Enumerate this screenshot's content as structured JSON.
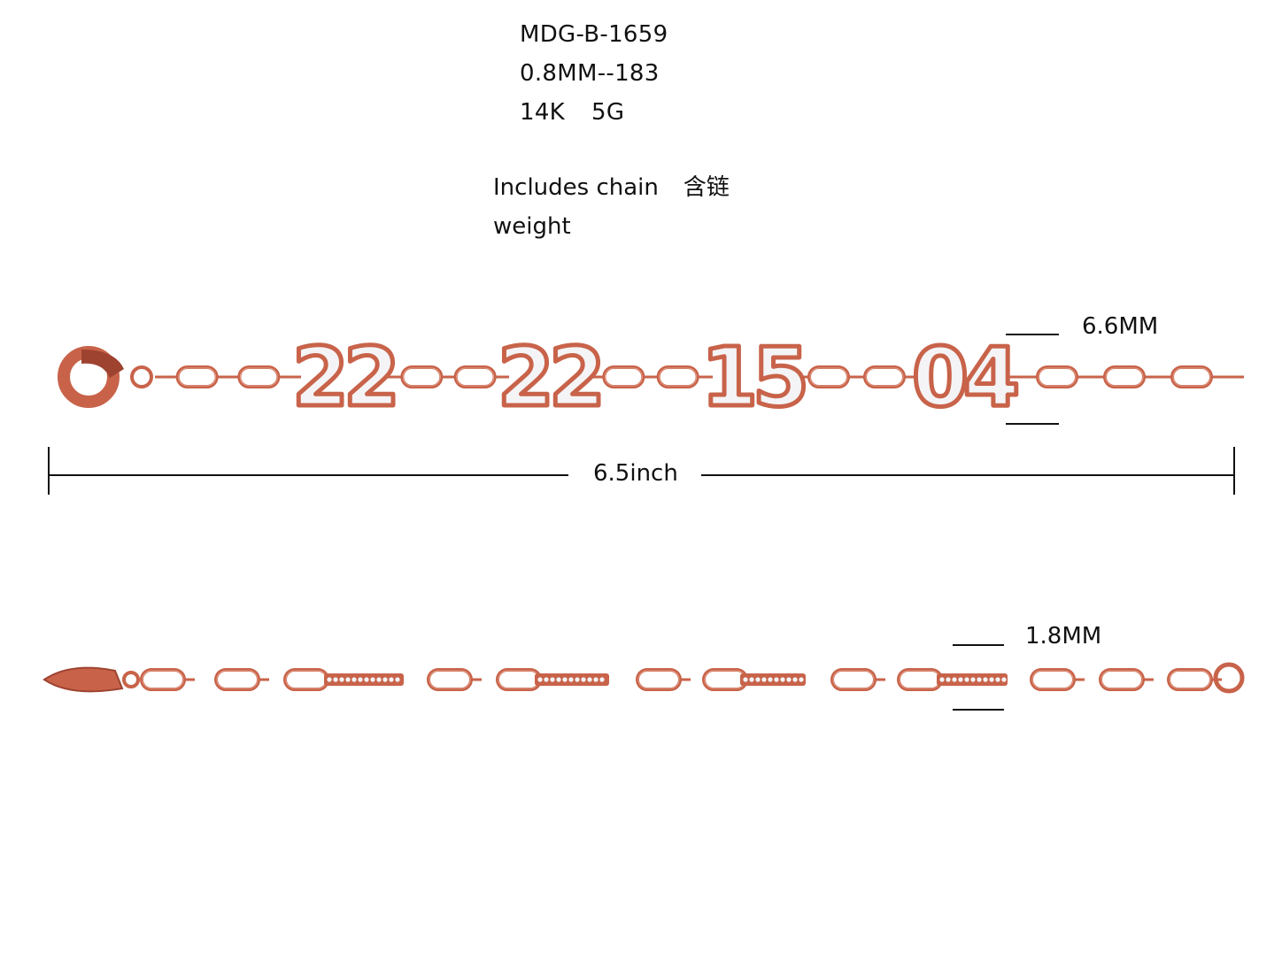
{
  "product": {
    "code": "MDG-B-1659",
    "wire_spec": "0.8MM--183",
    "metal": "14K",
    "weight": "5G",
    "note_line1": "Includes chain",
    "note_cn": "含链",
    "note_line2": "weight"
  },
  "dimensions": {
    "charm_height": "6.6MM",
    "length": "6.5inch",
    "bar_height": "1.8MM"
  },
  "charms": [
    "22",
    "22",
    "15",
    "04"
  ],
  "colors": {
    "rose_gold": "#c8634a",
    "rose_gold_dark": "#9e4330",
    "rose_gold_light": "#f0b7a1",
    "stone": "#f4f4f6"
  }
}
